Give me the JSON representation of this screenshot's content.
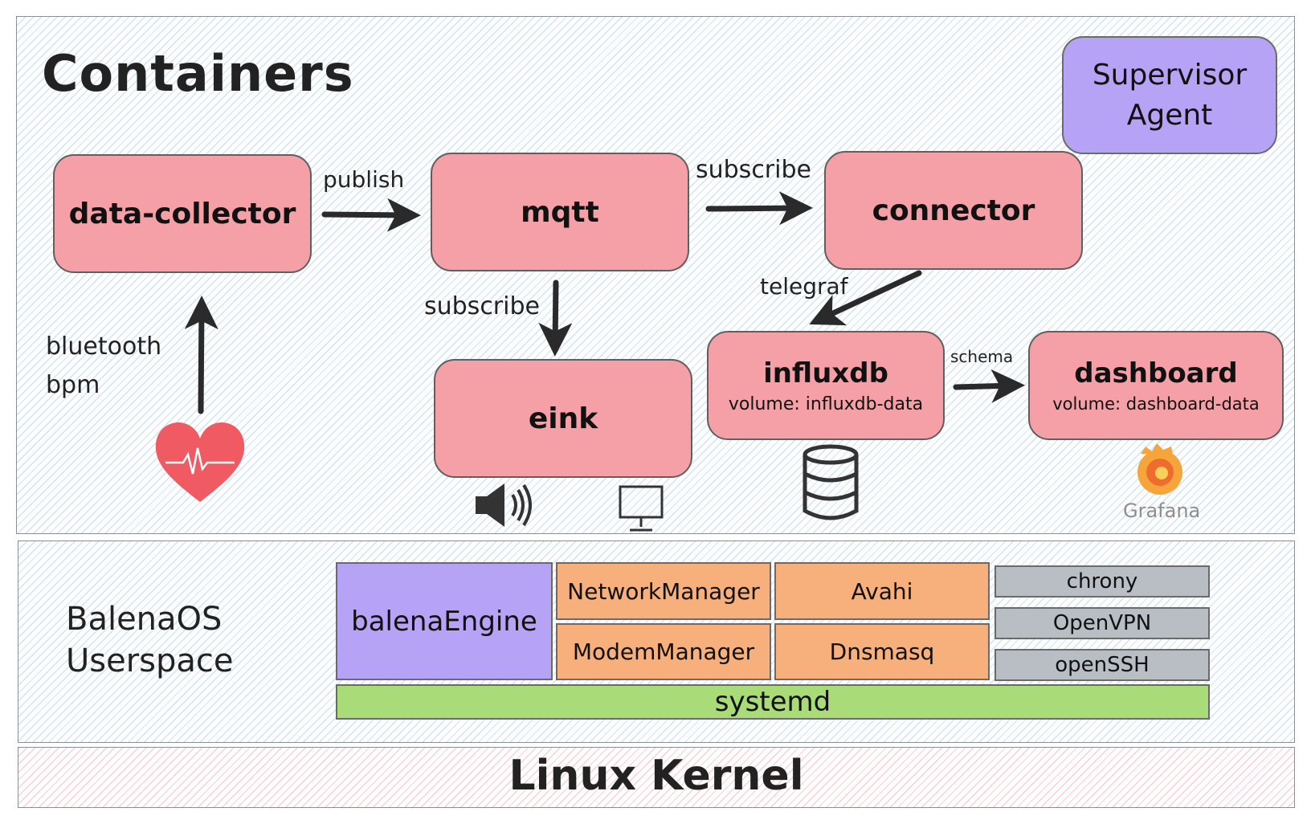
{
  "layers": {
    "containers_title": "Containers",
    "userspace_title_line1": "BalenaOS",
    "userspace_title_line2": "Userspace",
    "kernel_title": "Linux Kernel"
  },
  "supervisor": {
    "line1": "Supervisor",
    "line2": "Agent"
  },
  "services": {
    "data_collector": "data-collector",
    "mqtt": "mqtt",
    "connector": "connector",
    "eink": "eink",
    "influxdb": "influxdb",
    "influxdb_volume": "volume: influxdb-data",
    "dashboard": "dashboard",
    "dashboard_volume": "volume: dashboard-data"
  },
  "edges": {
    "publish": "publish",
    "subscribe_connector": "subscribe",
    "subscribe_eink": "subscribe",
    "telegraf": "telegraf",
    "schema": "schema",
    "bluetooth_line1": "bluetooth",
    "bluetooth_line2": "bpm"
  },
  "icons": {
    "heart": "heart-rate-icon",
    "speaker": "speaker-icon",
    "monitor": "monitor-icon",
    "database": "database-icon",
    "grafana": "grafana-logo",
    "grafana_label": "Grafana"
  },
  "userspace": {
    "balena_engine": "balenaEngine",
    "network_manager": "NetworkManager",
    "avahi": "Avahi",
    "modem_manager": "ModemManager",
    "dnsmasq": "Dnsmasq",
    "chrony": "chrony",
    "openvpn": "OpenVPN",
    "openssh": "openSSH",
    "systemd": "systemd"
  },
  "colors": {
    "service_fill": "#f4a0a6",
    "supervisor_fill": "#b7a3f5",
    "engine_fill": "#b7a3f5",
    "orange_fill": "#f7b07c",
    "grey_fill": "#b9bec5",
    "systemd_fill": "#a9dc78",
    "heart": "#ef5a63"
  }
}
